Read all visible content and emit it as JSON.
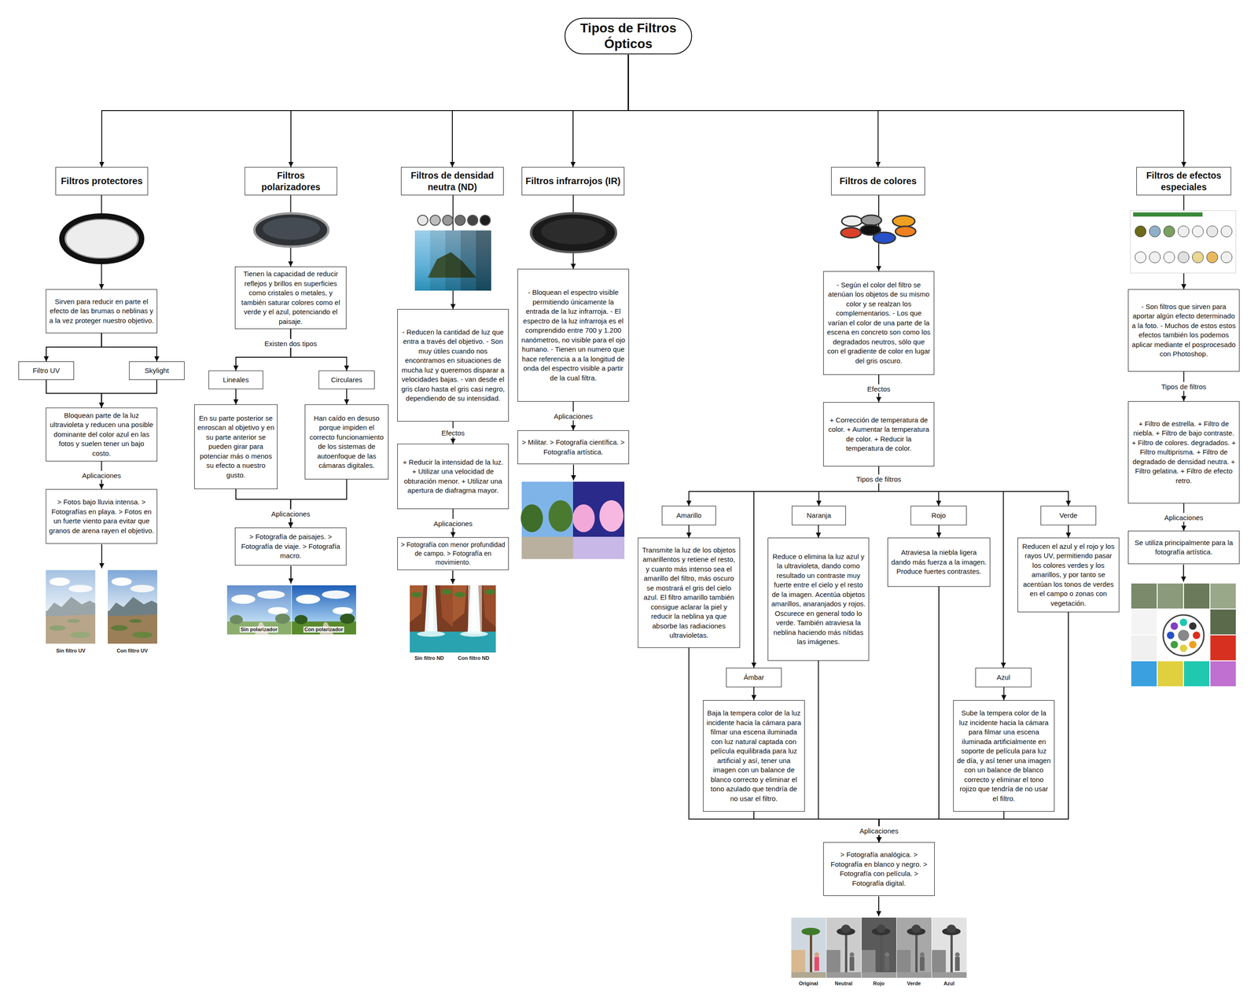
{
  "diagram": {
    "nodes": [
      {
        "text": [
          "Tipos de Filtros Ópticos"
        ]
      },
      {
        "text": [
          "Filtros protectores"
        ]
      },
      {
        "text": [
          "Sirven para reducir en parte el efecto de las brumas o neblinas y a la vez proteger nuestro objetivo."
        ]
      },
      {
        "text": [
          "Filtro UV"
        ]
      },
      {
        "text": [
          "Skylight"
        ]
      },
      {
        "text": [
          "Bloquean parte de la luz ultravioleta y reducen una posible dominante del color azul en las fotos y suelen tener un bajo costo."
        ]
      },
      {
        "text": [
          "> Fotos bajo lluvia intensa. > Fotografías en playa. > Fotos en un fuerte viento para evitar que granos de arena rayen el objetivo."
        ]
      },
      {
        "text": [
          "Filtros polarizadores"
        ]
      },
      {
        "text": [
          "Tienen la capacidad de reducir reflejos y brillos en superficies como cristales o metales, y también saturar colores como el verde y el azul, potenciando el paisaje."
        ]
      },
      {
        "text": [
          "Lineales"
        ]
      },
      {
        "text": [
          "Circulares"
        ]
      },
      {
        "text": [
          "En su parte posterior se enroscan al objetivo y en su parte anterior se pueden girar para potenciar más o menos su efecto a nuestro gusto."
        ]
      },
      {
        "text": [
          "Han caído en desuso porque impiden el correcto funcionamiento de los sistemas de autoenfoque de las cámaras digitales."
        ]
      },
      {
        "text": [
          "> Fotografía de paisajes. > Fotografía de viaje. > Fotografía macro."
        ]
      },
      {
        "text": [
          "Filtros de densidad neutra (ND)"
        ]
      },
      {
        "text": [
          "- Reducen la cantidad de luz que entra a través del objetivo. - Son muy útiles cuando nos encontramos en situaciones de mucha luz y queremos disparar a velocidades bajas. - van desde el gris claro hasta el gris casi negro, dependiendo de su intensidad."
        ]
      },
      {
        "text": [
          "+ Reducir la intensidad de la luz. + Utilizar una velocidad de obturación menor. + Utilizar una apertura de diafragma mayor."
        ]
      },
      {
        "text": [
          "> Fotografía con menor profundidad de campo. > Fotografía en movimiento."
        ]
      },
      {
        "text": [
          "Filtros infrarrojos (IR)"
        ]
      },
      {
        "text": [
          "- Bloquean el espectro visible permitiendo únicamente la entrada de la luz infrarroja. - El espectro de la luz infrarroja es el comprendido entre 700 y 1.200 nanómetros, no visible para el ojo humano. - Tienen un numero que hace referencia a a la longitud de onda del espectro visible a partir de la cual filtra."
        ]
      },
      {
        "text": [
          "> Militar. > Fotografía científica. > Fotografía artística."
        ]
      },
      {
        "text": [
          "Filtros de colores"
        ]
      },
      {
        "text": [
          "- Según el color del filtro se atenúan los objetos de su mismo color y se realzan los complementarios. - Los que varían el color de una parte de la escena en concreto son como los degradados neutros, sólo que con el gradiente de color en lugar del gris oscuro."
        ]
      },
      {
        "text": [
          "+ Corrección de temperatura de color. + Aumentar la temperatura de color. + Reducir la temperatura de color."
        ]
      },
      {
        "text": [
          "Amarillo"
        ]
      },
      {
        "text": [
          "Transmite la luz de los objetos amarillentos y retiene el resto, y cuanto más intenso sea el amarillo del filtro, más oscuro se mostrará el gris del cielo azul. El filtro amarillo también consigue aclarar la piel y reducir la neblina ya que absorbe las radiaciones ultravioletas."
        ]
      },
      {
        "text": [
          "Ámbar"
        ]
      },
      {
        "text": [
          "Baja la tempera color de la luz incidente hacia la cámara para filmar una escena iluminada con luz natural captada con película equilibrada para luz artificial y así, tener una imagen con un balance de blanco correcto y eliminar el tono azulado que tendría de no usar el filtro."
        ]
      },
      {
        "text": [
          "Naranja"
        ]
      },
      {
        "text": [
          "Reduce o elimina la luz azul y la ultravioleta, dando como resultado un contraste muy fuerte entre el cielo y el resto de la imagen. Acentúa objetos amarillos, anaranjados y rojos. Oscurece en general todo lo verde. También atraviesa la neblina haciendo más nítidas las imágenes."
        ]
      },
      {
        "text": [
          "Rojo"
        ]
      },
      {
        "text": [
          "Atraviesa la niebla ligera dando más fuerza a la imagen. Produce fuertes contrastes."
        ]
      },
      {
        "text": [
          "Azul"
        ]
      },
      {
        "text": [
          "Sube la tempera color de la luz incidente hacia la cámara para filmar una escena iluminada artificialmente en soporte de película para luz de día, y así tener una imagen con un balance de blanco correcto y eliminar el tono rojizo que tendría de no usar el filtro."
        ]
      },
      {
        "text": [
          "Verde"
        ]
      },
      {
        "text": [
          "Reducen el azul y el rojo y los rayos UV, permitiendo pasar los colores verdes y los amarillos, y por tanto se acentúan los tonos de verdes en el campo o zonas con vegetación."
        ]
      },
      {
        "text": [
          "> Fotografía analógica. > Fotografía en blanco y negro. > Fotografía con película. > Fotografía digital."
        ]
      },
      {
        "text": [
          "Filtros de efectos especiales"
        ]
      },
      {
        "text": [
          "- Son filtros que sirven para aportar algún efecto determinado a la foto. - Muchos de estos estos efectos también los podemos aplicar mediante el posprocesado con Photoshop."
        ]
      },
      {
        "text": [
          "+ Filtro de estrella. + Filtro de niebla. + Filtro de bajo contraste. + Filtro de colores. degradados. + Filtro multiprisma. + Filtro de degradado de densidad neutra. + Filtro gelatina. + Filtro de efecto retro."
        ]
      },
      {
        "text": [
          "Se utiliza principalmente para la fotografía artística."
        ]
      }
    ],
    "edges": [
      {
        "from": 0,
        "to": 1,
        "arrow": "to"
      },
      {
        "from": 0,
        "to": 7,
        "arrow": "to"
      },
      {
        "from": 0,
        "to": 14,
        "arrow": "to"
      },
      {
        "from": 0,
        "to": 18,
        "arrow": "to"
      },
      {
        "from": 0,
        "to": 21,
        "arrow": "to"
      },
      {
        "from": 0,
        "to": 37,
        "arrow": "to"
      },
      {
        "from": 1,
        "to": 2,
        "arrow": "to"
      },
      {
        "from": 2,
        "to": 3,
        "arrow": "to"
      },
      {
        "from": 2,
        "to": 4,
        "arrow": "to"
      },
      {
        "from": 3,
        "to": 5,
        "arrow": "to"
      },
      {
        "from": 4,
        "to": 5,
        "arrow": "to"
      },
      {
        "from": 5,
        "to": 6,
        "label": "Aplicaciones",
        "arrow": "to"
      },
      {
        "from": 7,
        "to": 8,
        "arrow": "to"
      },
      {
        "from": 8,
        "to": 9,
        "label": "Existen dos tipos",
        "arrow": "to"
      },
      {
        "from": 8,
        "to": 10,
        "arrow": "to"
      },
      {
        "from": 9,
        "to": 11,
        "arrow": "to"
      },
      {
        "from": 10,
        "to": 12,
        "arrow": "to"
      },
      {
        "from": 11,
        "to": 13,
        "label": "Aplicaciones",
        "arrow": "to"
      },
      {
        "from": 12,
        "to": 13,
        "arrow": "to"
      },
      {
        "from": 14,
        "to": 15,
        "arrow": "to"
      },
      {
        "from": 15,
        "to": 16,
        "label": "Efectos",
        "arrow": "to"
      },
      {
        "from": 16,
        "to": 17,
        "label": "Aplicaciones",
        "arrow": "to"
      },
      {
        "from": 18,
        "to": 19,
        "arrow": "to"
      },
      {
        "from": 19,
        "to": 20,
        "label": "Aplicaciones",
        "arrow": "to"
      },
      {
        "from": 21,
        "to": 22,
        "arrow": "to"
      },
      {
        "from": 22,
        "to": 23,
        "label": "Efectos",
        "arrow": "to"
      },
      {
        "from": 23,
        "to": 24,
        "label": "Tipos de filtros",
        "arrow": "to"
      },
      {
        "from": 23,
        "to": 26,
        "arrow": "to"
      },
      {
        "from": 23,
        "to": 28,
        "arrow": "to"
      },
      {
        "from": 23,
        "to": 30,
        "arrow": "to"
      },
      {
        "from": 23,
        "to": 32,
        "arrow": "to"
      },
      {
        "from": 23,
        "to": 34,
        "arrow": "to"
      },
      {
        "from": 24,
        "to": 25,
        "arrow": "to"
      },
      {
        "from": 26,
        "to": 27,
        "arrow": "to"
      },
      {
        "from": 28,
        "to": 29,
        "arrow": "to"
      },
      {
        "from": 30,
        "to": 31,
        "arrow": "to"
      },
      {
        "from": 32,
        "to": 33,
        "arrow": "to"
      },
      {
        "from": 34,
        "to": 35,
        "arrow": "to"
      },
      {
        "from": 25,
        "to": 36,
        "label": "Aplicaciones",
        "arrow": "to"
      },
      {
        "from": 27,
        "to": 36,
        "arrow": "to"
      },
      {
        "from": 29,
        "to": 36,
        "arrow": "to"
      },
      {
        "from": 31,
        "to": 36,
        "arrow": "to"
      },
      {
        "from": 33,
        "to": 36,
        "arrow": "to"
      },
      {
        "from": 35,
        "to": 36,
        "arrow": "to"
      },
      {
        "from": 37,
        "to": 38,
        "arrow": "to"
      },
      {
        "from": 38,
        "to": 39,
        "label": "Tipos de filtros",
        "arrow": "to"
      },
      {
        "from": 39,
        "to": 40,
        "label": "Aplicaciones",
        "arrow": "to"
      }
    ],
    "labels": [
      "Sin filtro UV",
      "Con filtro UV",
      "Sin polarizador",
      "Con polarizador",
      "Sin filtro ND",
      "Con filtro ND",
      "Original",
      "Neutral",
      "Rojo",
      "Verde",
      "Azul"
    ]
  }
}
